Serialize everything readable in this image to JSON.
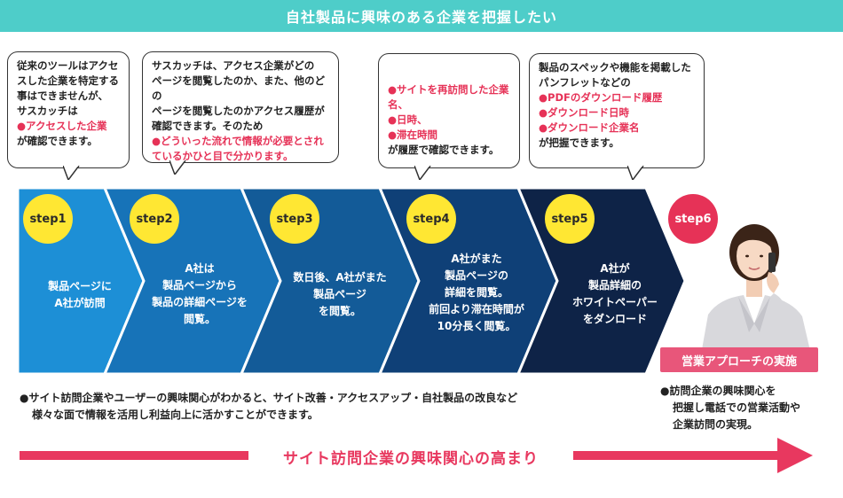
{
  "banner": {
    "title": "自社製品に興味のある企業を把握したい"
  },
  "bubbles": [
    {
      "lines": [
        "従来のツールはアクセ",
        "スした企業を特定する",
        "事はできませんが、",
        "サスカッチは"
      ],
      "highlights": [
        "●アクセスした企業"
      ],
      "tail": [
        "が確認できます。"
      ]
    },
    {
      "lines": [
        "サスカッチは、アクセス企業がどの",
        "ページを閲覧したのか、また、他のどの",
        "ページを閲覧したのかアクセス履歴が",
        "確認できます。そのため"
      ],
      "highlights": [
        "●どういった流れで情報が必要とされ",
        "ているかひと目で分かります。"
      ],
      "tail": []
    },
    {
      "lines": [],
      "highlights": [
        "●サイトを再訪問した企業名、",
        "●日時、",
        "●滞在時間"
      ],
      "tail": [
        "が履歴で確認できます。"
      ]
    },
    {
      "lines": [
        "製品のスペックや機能を掲載した",
        "パンフレットなどの"
      ],
      "highlights": [
        "●PDFのダウンロード履歴",
        "●ダウンロード日時",
        "●ダウンロード企業名"
      ],
      "tail": [
        "が把握できます。"
      ]
    }
  ],
  "steps": [
    {
      "label": "step1",
      "text": [
        "製品ページに",
        "A社が訪問"
      ]
    },
    {
      "label": "step2",
      "text": [
        "A社は",
        "製品ページから",
        "製品の詳細ページを",
        "閲覧。"
      ]
    },
    {
      "label": "step3",
      "text": [
        "数日後、A社がまた",
        "製品ページ",
        "を閲覧。"
      ]
    },
    {
      "label": "step4",
      "text": [
        "A社がまた",
        "製品ページの",
        "詳細を閲覧。",
        "前回より滞在時間が",
        "10分長く閲覧。"
      ]
    },
    {
      "label": "step5",
      "text": [
        "A社が",
        "製品詳細の",
        "ホワイトペーパー",
        "をダンロード"
      ]
    },
    {
      "label": "step6",
      "text": []
    }
  ],
  "action": {
    "label": "営業アプローチの実施"
  },
  "notes": {
    "left": [
      "●サイト訪問企業やユーザーの興味関心がわかると、サイト改善・アクセスアップ・自社製品の改良など",
      "様々な面で情報を活用し利益向上に活かすことができます。"
    ],
    "right": [
      "●訪問企業の興味関心を",
      "把握し電話での営業活動や",
      "企業訪問の実現。"
    ]
  },
  "bottom_arrow": {
    "label": "サイト訪問企業の興味関心の高まり"
  },
  "colors": {
    "banner": "#4ecdc9",
    "highlight": "#e63257",
    "step_circle": "#ffe733",
    "step6_circle": "#e63257",
    "arrow_start": "#1d8fd6",
    "arrow_end": "#0e2347",
    "bottom_arrow": "#e8385f"
  }
}
